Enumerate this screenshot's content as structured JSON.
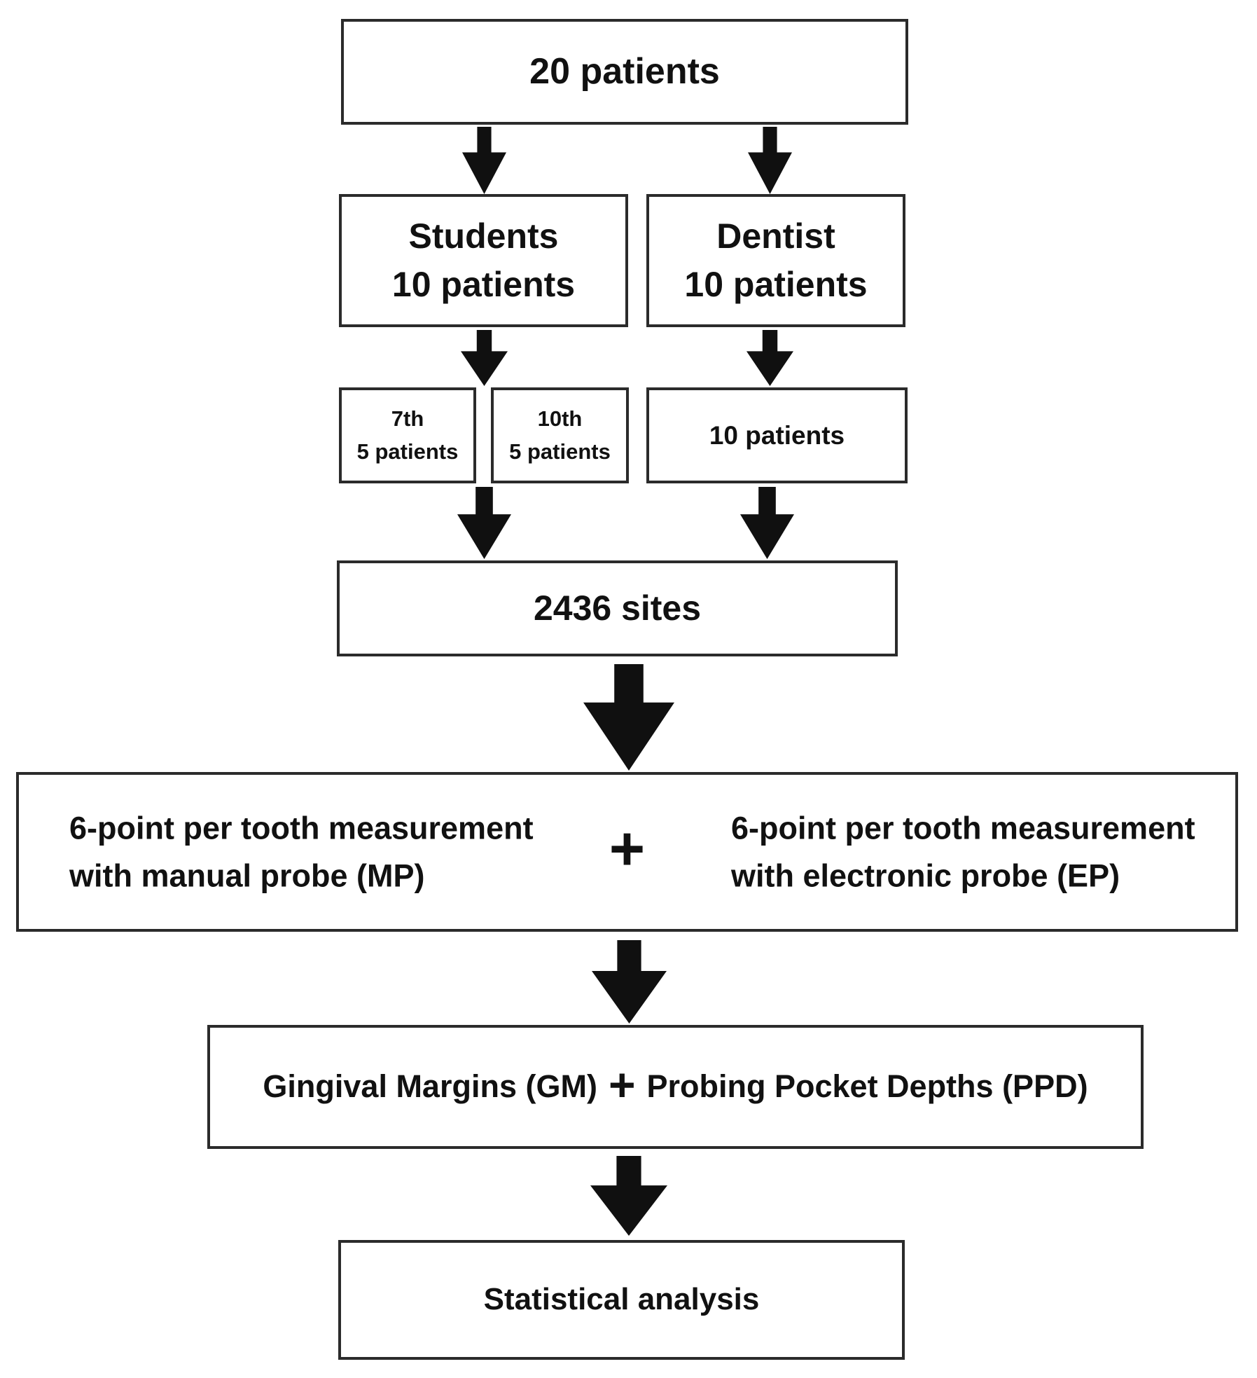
{
  "figure": {
    "colors": {
      "background": "#ffffff",
      "border": "#2b2b2b",
      "text": "#111111",
      "arrow": "#101010"
    },
    "nodes": {
      "total": {
        "label": "20 patients"
      },
      "students": {
        "line1": "Students",
        "line2": "10 patients"
      },
      "dentist": {
        "line1": "Dentist",
        "line2": "10 patients"
      },
      "grade7": {
        "line1": "7th",
        "line2": "5 patients"
      },
      "grade10": {
        "line1": "10th",
        "line2": "5 patients"
      },
      "dentist_patients": {
        "label": "10 patients"
      },
      "sites": {
        "label": "2436 sites"
      },
      "manual_probe": {
        "line1": "6-point per tooth measurement",
        "line2": "with manual probe (MP)"
      },
      "probe_plus": {
        "label": "+"
      },
      "electronic_probe": {
        "line1": "6-point per tooth measurement",
        "line2": "with electronic probe (EP)"
      },
      "gm_ppd": {
        "part1": "Gingival Margins (GM)",
        "plus": "+",
        "part2": "Probing Pocket Depths (PPD)"
      },
      "statistics": {
        "label": "Statistical analysis"
      }
    }
  }
}
